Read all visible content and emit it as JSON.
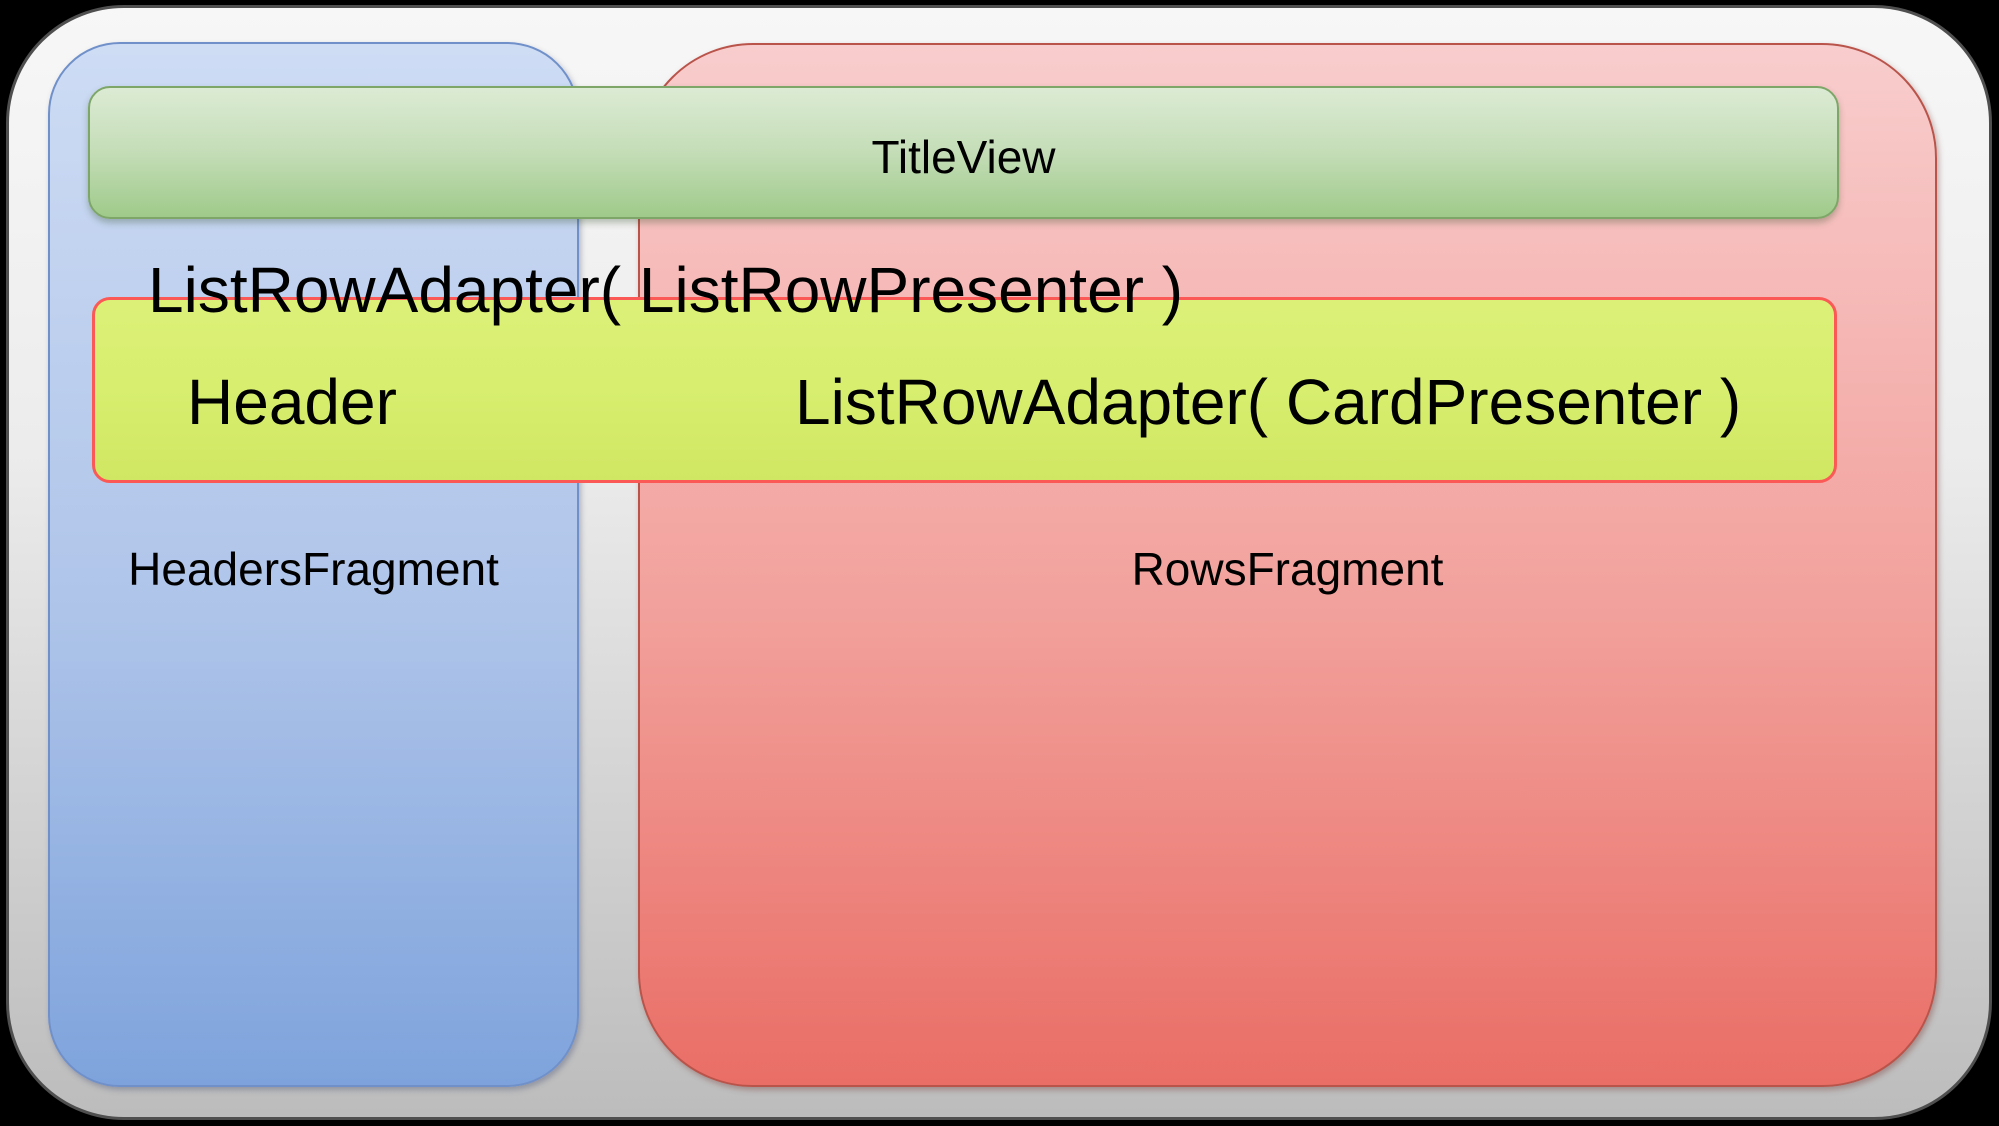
{
  "title_view": {
    "label": "TitleView"
  },
  "headers_fragment": {
    "label": "HeadersFragment"
  },
  "rows_fragment": {
    "label": "RowsFragment"
  },
  "row_adapter_overlay": {
    "label": "ListRowAdapter( ListRowPresenter )"
  },
  "selected_row": {
    "header_label": "Header",
    "card_adapter_label": "ListRowAdapter( CardPresenter )"
  },
  "colors": {
    "page_background": "#000000",
    "outer_frame_top": "#f7f7f7",
    "outer_frame_bottom": "#bcbcbc",
    "outer_frame_border": "#4f4f4f",
    "headers_box_top": "#cedcf4",
    "headers_box_bottom": "#7ea3dc",
    "headers_box_border": "#7090ca",
    "rows_box_top": "#f8cdcd",
    "rows_box_bottom": "#e96e66",
    "rows_box_border": "#b9544b",
    "title_bar_top": "#dcebd4",
    "title_bar_bottom": "#9fca8a",
    "title_bar_border": "#7da668",
    "selected_row_fill": "#d7ee6e",
    "selected_row_border": "#fb5955",
    "text": "#000000"
  }
}
